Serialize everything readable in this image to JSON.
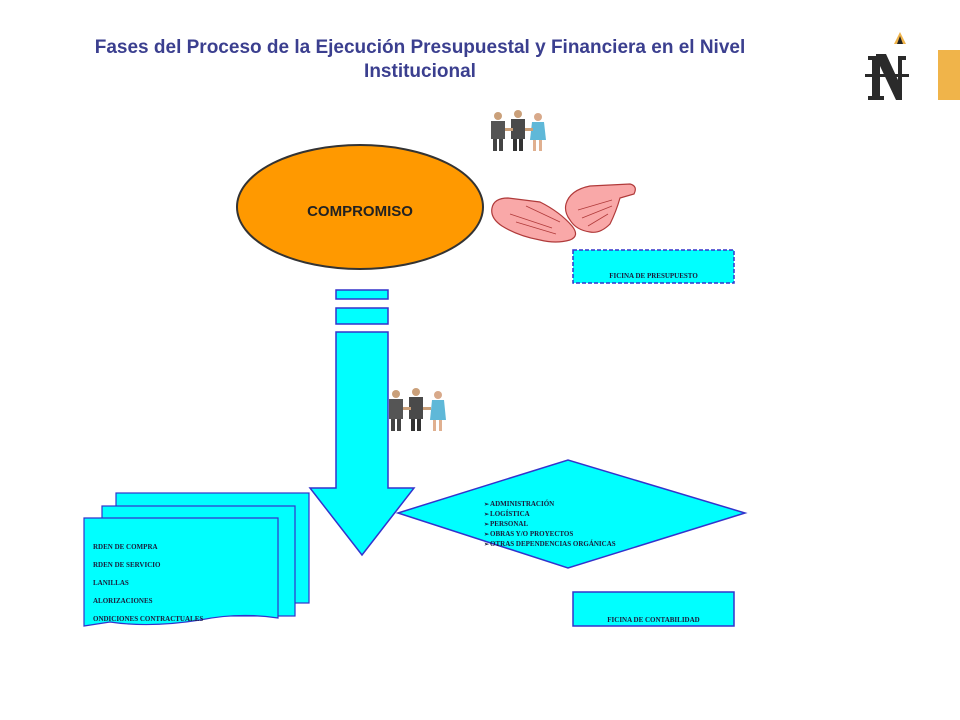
{
  "title": {
    "line1": "Fases del Proceso de la Ejecución Presupuestal y Financiera en el Nivel",
    "line2": "Institucional"
  },
  "logo": {
    "letter": "N"
  },
  "colors": {
    "title": "#3b3f8f",
    "ellipse_fill": "#ff9900",
    "cyan": "#00ffff",
    "border_blue": "#3333cc",
    "hand": "#f9a8a8",
    "logo_accent": "#f0b44a"
  },
  "ellipse": {
    "label": "COMPROMISO"
  },
  "offices": {
    "presupuesto": "FICINA DE PRESUPUESTO",
    "contabilidad": "FICINA DE CONTABILIDAD"
  },
  "documents": [
    "RDEN DE COMPRA",
    "RDEN DE SERVICIO",
    "LANILLAS",
    "ALORIZACIONES",
    "ONDICIONES CONTRACTUALES"
  ],
  "departments": [
    "ADMINISTRACIÓN",
    "LOGÍSTICA",
    "PERSONAL",
    "OBRAS Y/O PROYECTOS",
    "OTRAS DEPENDENCIAS ORGÁNICAS"
  ],
  "icons": [
    "people-handshake-icon",
    "open-hands-icon",
    "logo-n-icon"
  ]
}
